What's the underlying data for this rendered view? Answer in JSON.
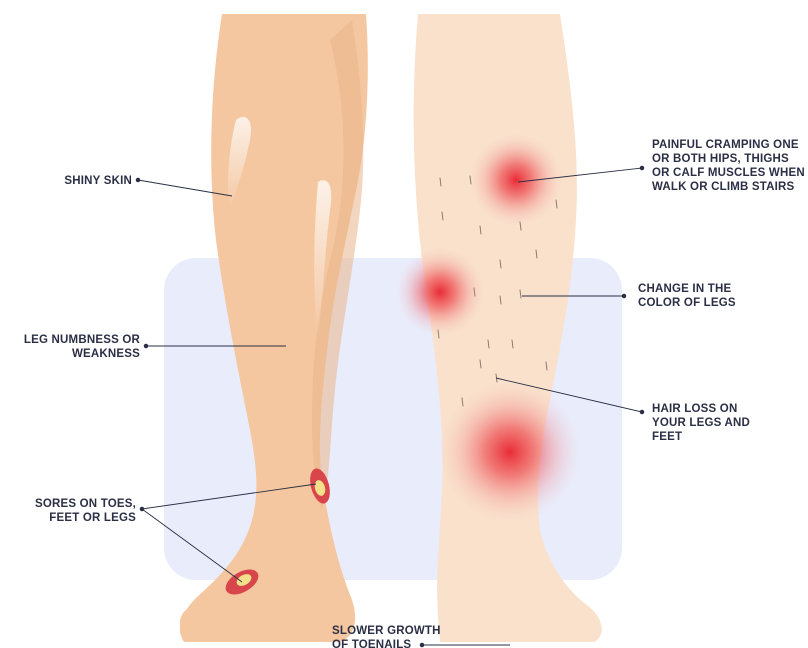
{
  "colors": {
    "background": "#ffffff",
    "panel": "#e9ecfb",
    "healthy_leg": "#f4c7a1",
    "healthy_leg_shade": "#e9b48b",
    "affected_leg": "#f9e1cc",
    "inflammation": "#e8232e",
    "sore_red": "#d8454a",
    "sore_yellow": "#f3e08a",
    "label_text": "#2b2f45",
    "leader_line": "#2b2f45"
  },
  "labels": {
    "shiny_skin": "SHINY SKIN",
    "leg_numbness": "LEG NUMBNESS OR\nWEAKNESS",
    "sores": "SORES ON TOES,\nFEET OR LEGS",
    "toenails": "SLOWER GROWTH\nOF TOENAILS",
    "cramping": "PAINFUL CRAMPING ONE\nOR BOTH HIPS, THIGHS\nOR CALF MUSCLES WHEN\nWALK OR CLIMB STAIRS",
    "color_change": "CHANGE IN THE\nCOLOR OF LEGS",
    "hair_loss": "HAIR LOSS ON\nYOUR LEGS AND\nFEET"
  }
}
